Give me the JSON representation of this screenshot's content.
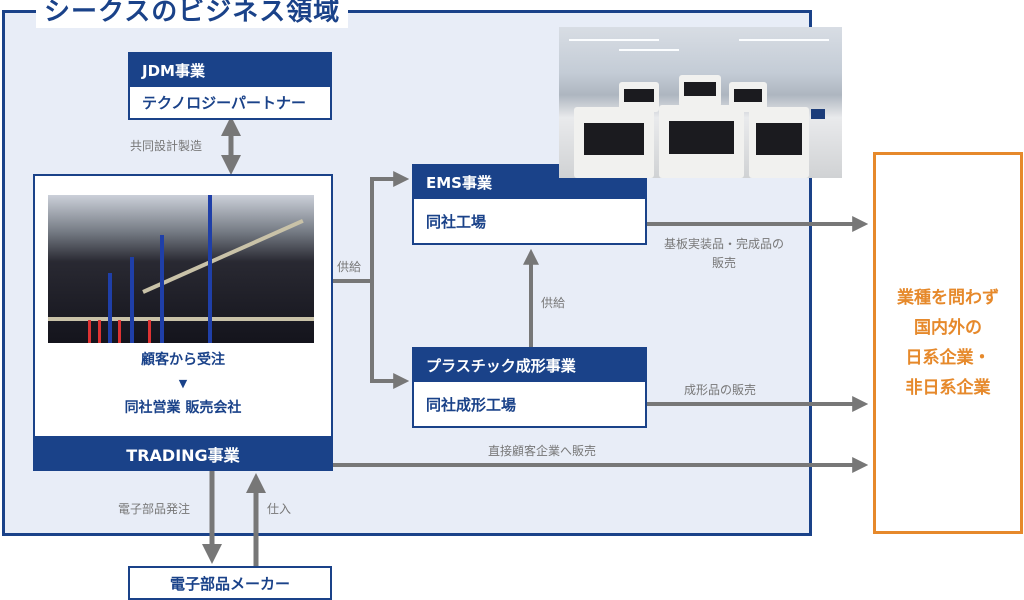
{
  "title": "シークスのビジネス領域",
  "colors": {
    "navy": "#1a4289",
    "orange": "#e6892b",
    "arrow_gray": "#777777",
    "frame_fill": "#e8edf7"
  },
  "jdm": {
    "header": "JDM事業",
    "body": "テクノロジーパートナー"
  },
  "ems": {
    "header": "EMS事業",
    "body": "同社工場"
  },
  "plastic": {
    "header": "プラスチック成形事業",
    "body": "同社成形工場"
  },
  "trading": {
    "line1": "顧客から受注",
    "marker": "▼",
    "line2": "同社営業 販売会社",
    "footer": "TRADING事業"
  },
  "maker": {
    "label": "電子部品メーカー"
  },
  "customer": {
    "lines": [
      "業種を問わず",
      "国内外の",
      "日系企業・",
      "非日系企業"
    ]
  },
  "labels": {
    "joint_design": "共同設計製造",
    "supply_left": "供給",
    "supply_mid": "供給",
    "ems_sales_1": "基板実装品・完成品の",
    "ems_sales_2": "販売",
    "molded_sales": "成形品の販売",
    "direct_sales": "直接顧客企業へ販売",
    "parts_order": "電子部品発注",
    "purchase": "仕入"
  },
  "images": {
    "factory": "smt-factory-photo",
    "warehouse": "warehouse-photo"
  }
}
